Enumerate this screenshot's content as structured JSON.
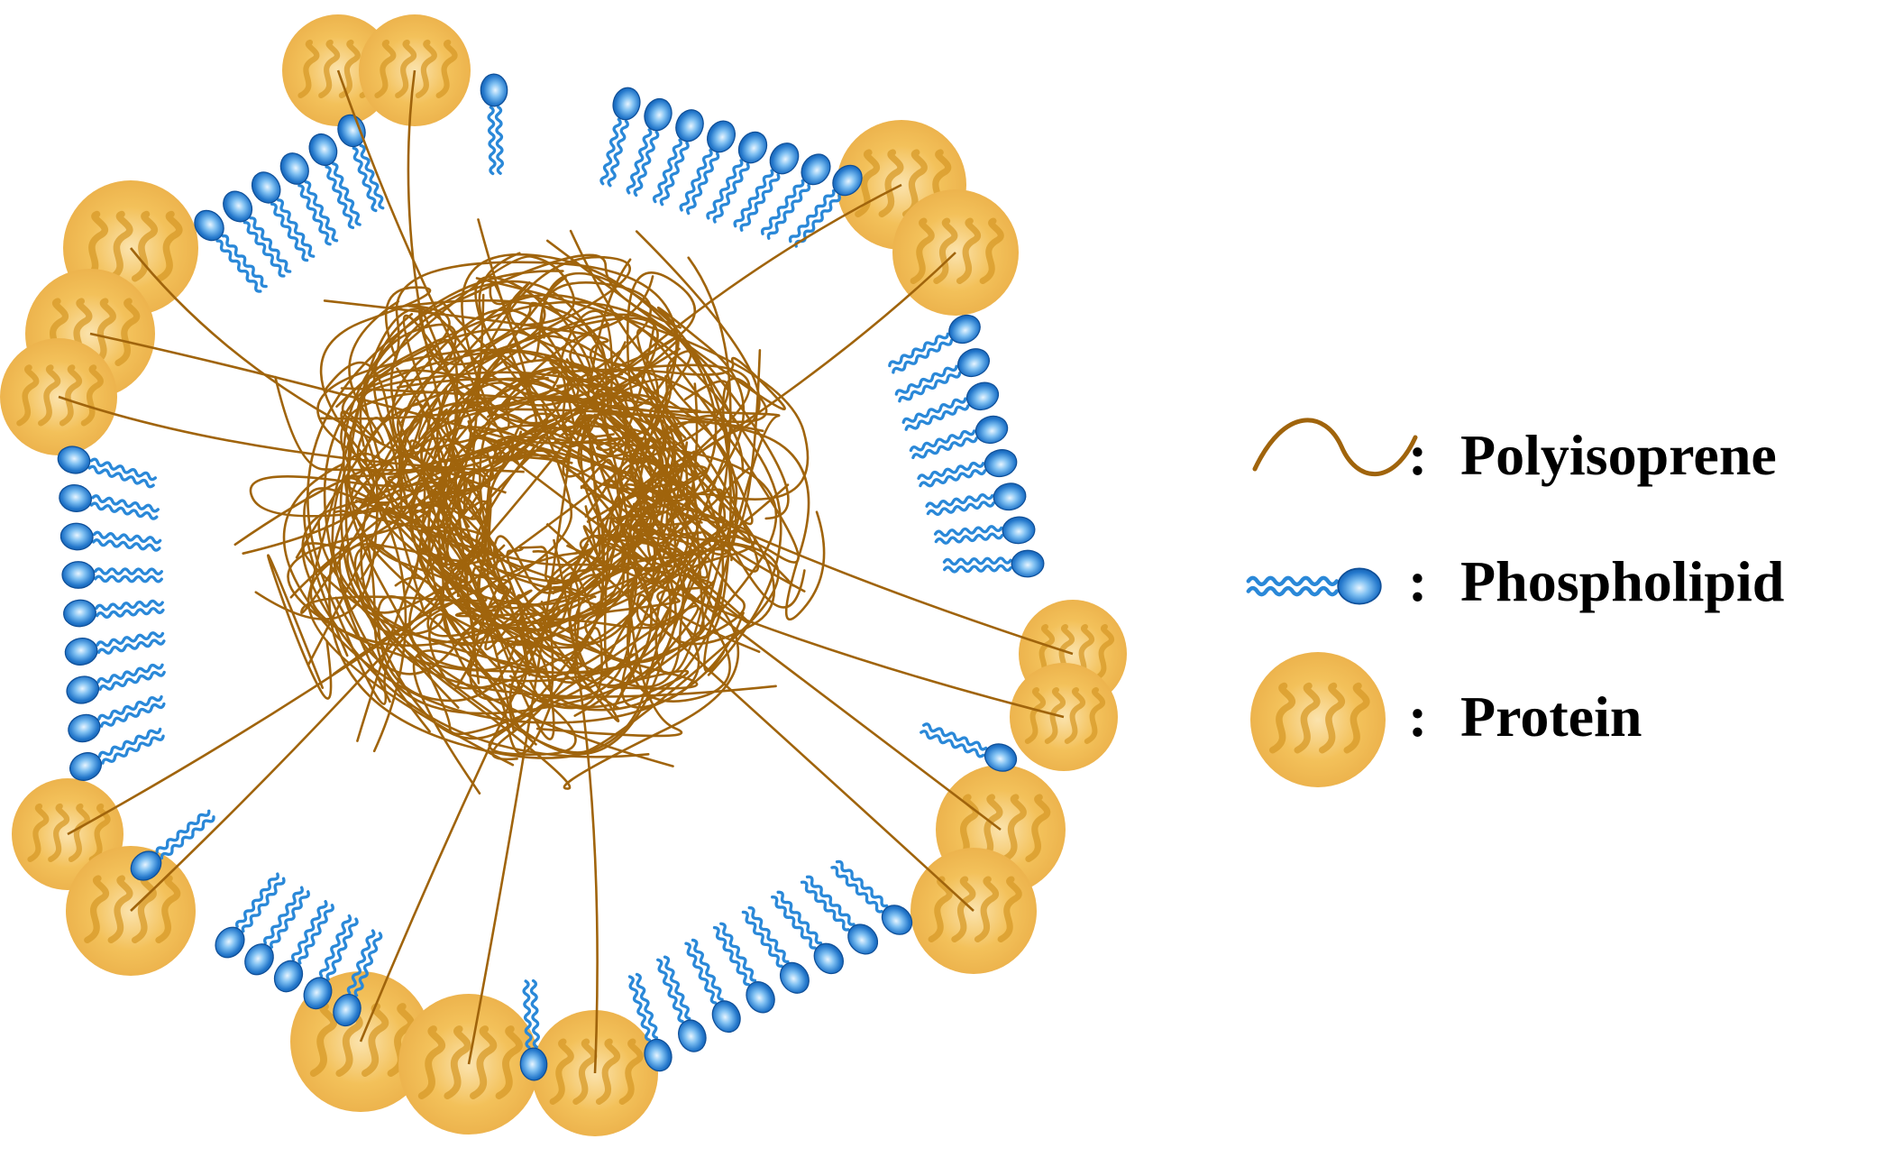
{
  "legend": {
    "items": [
      {
        "key": "polyisoprene",
        "label": "Polyisoprene",
        "separator": ":",
        "icon": "polyisoprene-chain-icon"
      },
      {
        "key": "phospholipid",
        "label": "Phospholipid",
        "separator": ":",
        "icon": "phospholipid-icon"
      },
      {
        "key": "protein",
        "label": "Protein",
        "separator": ":",
        "icon": "protein-icon"
      }
    ]
  },
  "colors": {
    "polyisoprene": "#a0640c",
    "phospholipid_head": "#1c72c8",
    "phospholipid_head_highlight": "#dff0ff",
    "phospholipid_tail": "#2a88d8",
    "protein_fill": "#f3c15a",
    "protein_light": "#fbe3ad",
    "protein_stripe": "#d79a28",
    "text": "#000000"
  }
}
